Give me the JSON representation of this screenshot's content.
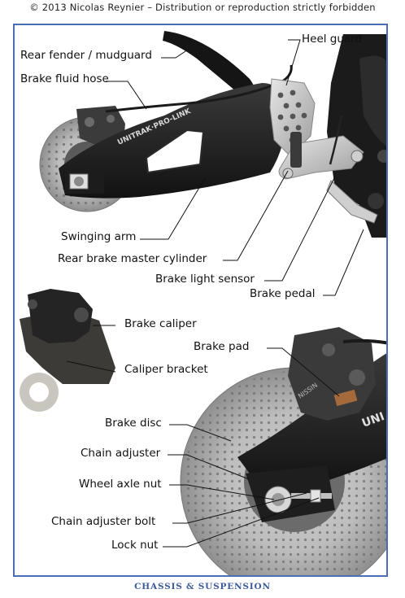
{
  "copyright": "© 2013 Nicolas Reynier – Distribution or reproduction strictly forbidden",
  "footer": "CHASSIS & SUSPENSION",
  "labels": {
    "heel_guard": "Heel guard",
    "rear_fender": "Rear fender / mudguard",
    "brake_fluid_hose": "Brake fluid hose",
    "swinging_arm": "Swinging arm",
    "rear_brake_master_cylinder": "Rear brake master cylinder",
    "brake_light_sensor": "Brake light sensor",
    "brake_pedal": "Brake pedal",
    "brake_caliper": "Brake caliper",
    "caliper_bracket": "Caliper bracket",
    "brake_pad": "Brake pad",
    "brake_disc": "Brake disc",
    "chain_adjuster": "Chain adjuster",
    "wheel_axle_nut": "Wheel axle nut",
    "chain_adjuster_bolt": "Chain adjuster bolt",
    "lock_nut": "Lock nut"
  },
  "decals": {
    "swingarm_top": "UNITRAK·PRO-LINK",
    "swingarm_bottom": "UNI",
    "caliper_brand": "NISSIN"
  }
}
